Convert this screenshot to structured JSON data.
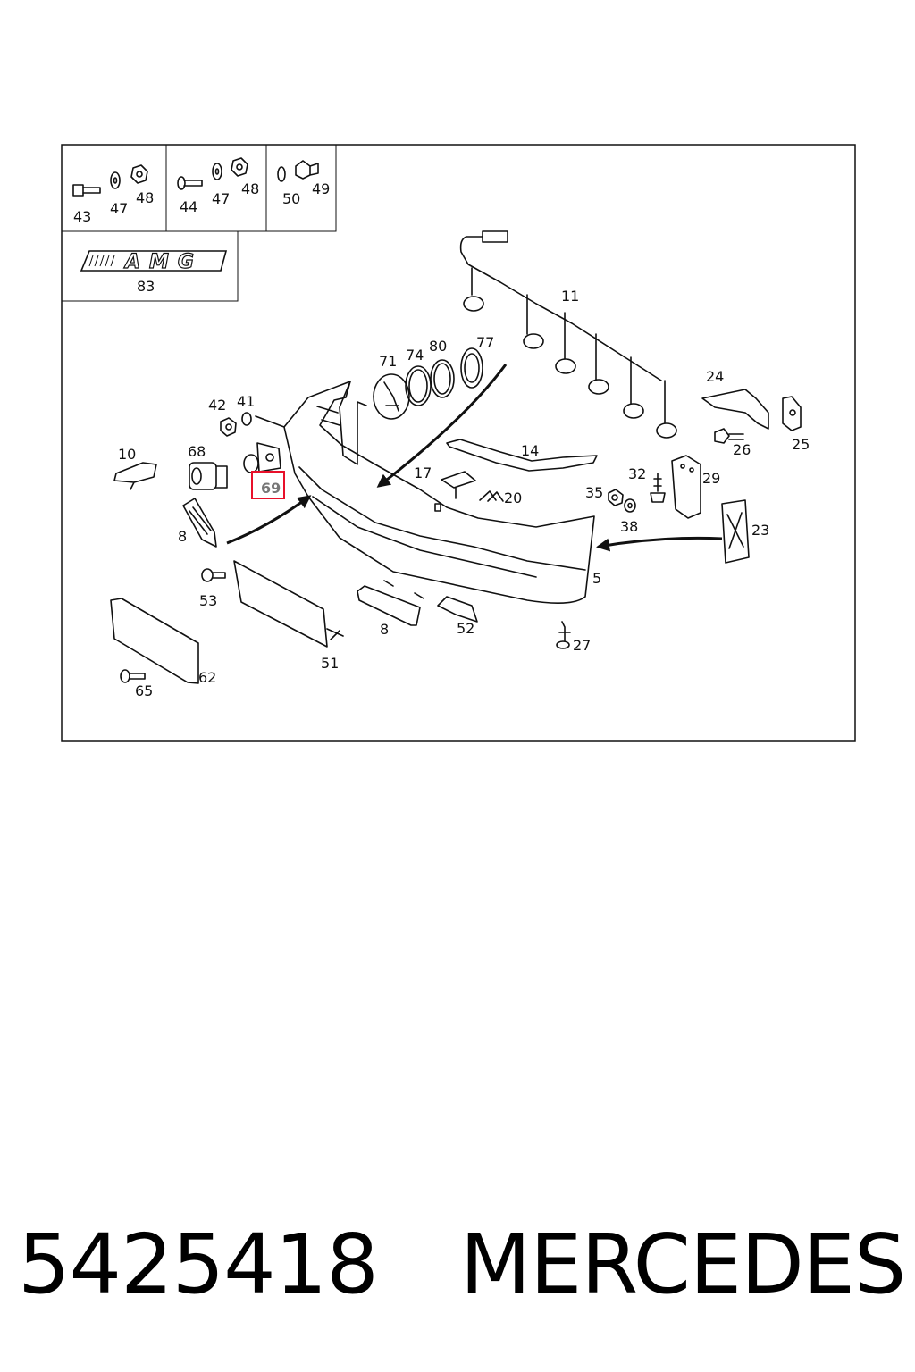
{
  "diagram": {
    "logo_text": "AMG",
    "highlight_color": "#e8102a",
    "labels": {
      "p43": "43",
      "p47a": "47",
      "p48a": "48",
      "p44": "44",
      "p47b": "47",
      "p48b": "48",
      "p50": "50",
      "p49": "49",
      "p83": "83",
      "p11": "11",
      "p71": "71",
      "p74": "74",
      "p80": "80",
      "p77": "77",
      "p42": "42",
      "p41": "41",
      "p10": "10",
      "p68": "68",
      "p69": "69",
      "p8a": "8",
      "p17": "17",
      "p20": "20",
      "p14": "14",
      "p24": "24",
      "p26": "26",
      "p25": "25",
      "p32": "32",
      "p29": "29",
      "p35": "35",
      "p38": "38",
      "p23": "23",
      "p5": "5",
      "p53": "53",
      "p51": "51",
      "p8b": "8",
      "p52": "52",
      "p27": "27",
      "p62": "62",
      "p65": "65"
    }
  },
  "footer": {
    "part_number": "5425418",
    "brand": "MERCEDES"
  }
}
